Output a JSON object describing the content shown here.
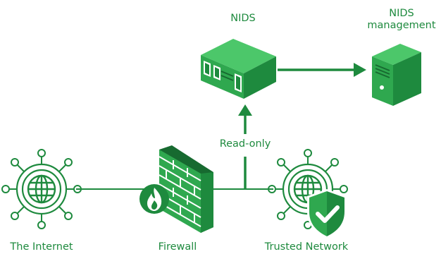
{
  "nodes": {
    "internet": {
      "label": "The Internet",
      "icon": "globe-network-icon"
    },
    "firewall": {
      "label": "Firewall",
      "icon": "firewall-brick-icon"
    },
    "trusted": {
      "label": "Trusted Network",
      "icon": "globe-network-shield-icon"
    },
    "nids": {
      "label": "NIDS",
      "icon": "server-appliance-icon"
    },
    "nids_management": {
      "label_line1": "NIDS",
      "label_line2": "management",
      "icon": "server-tower-icon"
    }
  },
  "edges": {
    "read_only": {
      "label": "Read-only"
    }
  },
  "colors": {
    "primary": "#1e8a3e",
    "light": "#2fa84f",
    "lighter": "#4cc76a",
    "dark": "#176a30",
    "background": "#ffffff"
  }
}
